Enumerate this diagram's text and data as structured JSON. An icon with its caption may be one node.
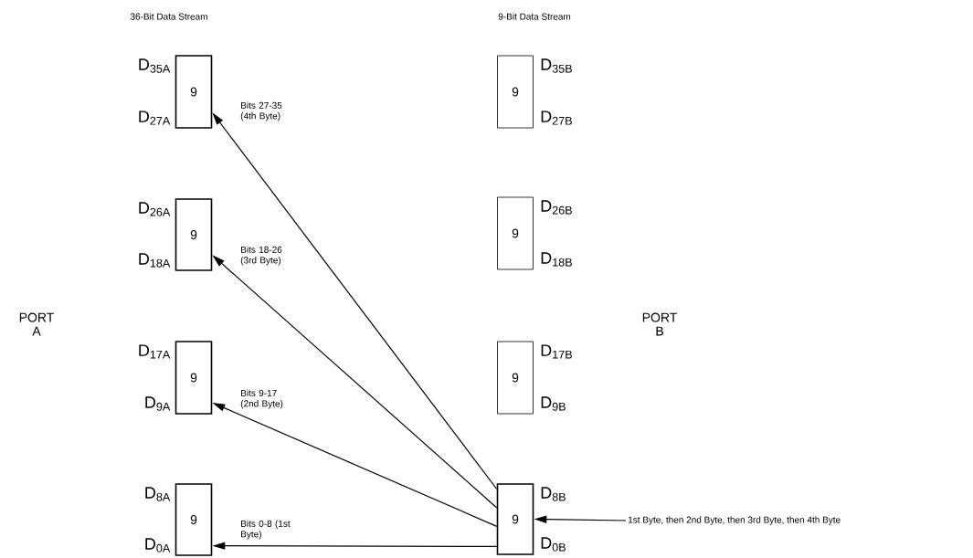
{
  "diagram": {
    "nodes": [
      {
        "text": [
          "9"
        ],
        "beside": [
          "D$_{35A}$",
          "D$_{27A}$"
        ]
      },
      {
        "text": [
          "9"
        ],
        "beside": [
          "D$_{26A}$",
          "D$_{18A}$"
        ]
      },
      {
        "text": [
          "9"
        ],
        "beside": [
          "D$_{17A}$",
          "D$_{9A}$"
        ]
      },
      {
        "text": [
          "9"
        ],
        "beside": [
          "D$_{8A}$",
          "D$_{0A}$"
        ]
      },
      {
        "text": [
          "9"
        ],
        "beside": [
          "D$_{35B}$",
          "D$_{27B}$"
        ]
      },
      {
        "text": [
          "9"
        ],
        "beside": [
          "D$_{26B}$",
          "D$_{18B}$"
        ]
      },
      {
        "text": [
          "9"
        ],
        "beside": [
          "D$_{17B}$",
          "D$_{9B}$"
        ]
      },
      {
        "text": [
          "9"
        ],
        "beside": [
          "D$_{8B}$",
          "D$_{0B}$"
        ]
      },
      {
        "text": [
          "1st Byte, then 2nd Byte, then 3rd Byte, then 4th Byte"
        ]
      }
    ],
    "edges": [
      {
        "from": 7,
        "to": 0,
        "arrow": "to",
        "label": "Bits 27-35 (4th Byte)"
      },
      {
        "from": 7,
        "to": 1,
        "arrow": "to",
        "label": "Bits 18-26 (3rd Byte)"
      },
      {
        "from": 7,
        "to": 2,
        "arrow": "to",
        "label": "Bits 9-17 (2nd Byte)"
      },
      {
        "from": 7,
        "to": 3,
        "arrow": "to",
        "label": "Bits 0-8 (1st Byte)"
      },
      {
        "from": 8,
        "to": 7,
        "arrow": "to"
      }
    ],
    "labels": [
      "36-Bit Data Stream",
      "9-Bit Data Stream",
      "PORT A",
      "PORT B"
    ]
  }
}
